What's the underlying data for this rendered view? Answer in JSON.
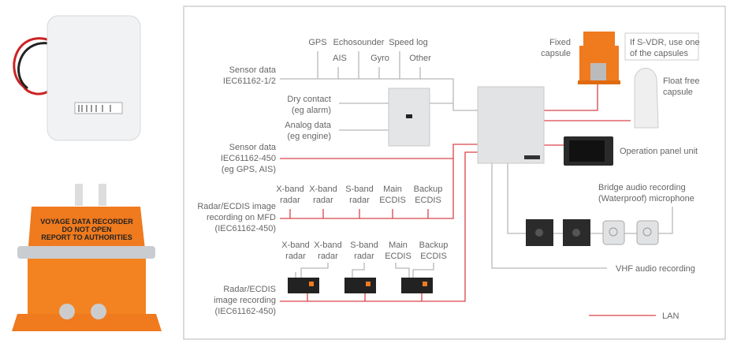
{
  "colors": {
    "lan": "#d9434b",
    "wire": "#b8b8b8",
    "frame": "#cfcfcf",
    "text": "#666666",
    "capsule": "#f07a1e"
  },
  "photos": {
    "battery": "battery-pack",
    "capsule": "orange-fixed-capsule",
    "capsule_text": [
      "VOYAGE DATA RECORDER",
      "DO NOT OPEN",
      "REPORT TO AUTHORITIES"
    ]
  },
  "sensor_top": {
    "label": [
      "Sensor data",
      "IEC61162-1/2"
    ],
    "sensors_row1": [
      "GPS",
      "Echosounder",
      "Speed log"
    ],
    "sensors_row2": [
      "AIS",
      "Gyro",
      "Other"
    ]
  },
  "interface": {
    "dry": [
      "Dry contact",
      "(eg alarm)"
    ],
    "analog": [
      "Analog data",
      "(eg engine)"
    ]
  },
  "sensor_450": {
    "label": [
      "Sensor data",
      "IEC61162-450",
      "(eg GPS, AIS)"
    ]
  },
  "mfd": {
    "label": [
      "Radar/ECDIS image",
      "recording on MFD",
      "(IEC61162-450)"
    ],
    "sources": [
      [
        "X-band",
        "radar"
      ],
      [
        "X-band",
        "radar"
      ],
      [
        "S-band",
        "radar"
      ],
      [
        "Main",
        "ECDIS"
      ],
      [
        "Backup",
        "ECDIS"
      ]
    ]
  },
  "image_rec": {
    "label": [
      "Radar/ECDIS",
      "image recording",
      "(IEC61162-450)"
    ],
    "sources": [
      [
        "X-band",
        "radar"
      ],
      [
        "X-band",
        "radar"
      ],
      [
        "S-band",
        "radar"
      ],
      [
        "Main",
        "ECDIS"
      ],
      [
        "Backup",
        "ECDIS"
      ]
    ]
  },
  "fixed_capsule": [
    "Fixed",
    "capsule"
  ],
  "note": [
    "If S-VDR, use one",
    "of the capsules"
  ],
  "float_capsule": [
    "Float free",
    "capsule"
  ],
  "operation_panel": "Operation panel unit",
  "bridge_audio": [
    "Bridge audio recording",
    "(Waterproof) microphone"
  ],
  "vhf": "VHF audio recording",
  "legend": {
    "lan": "LAN"
  }
}
